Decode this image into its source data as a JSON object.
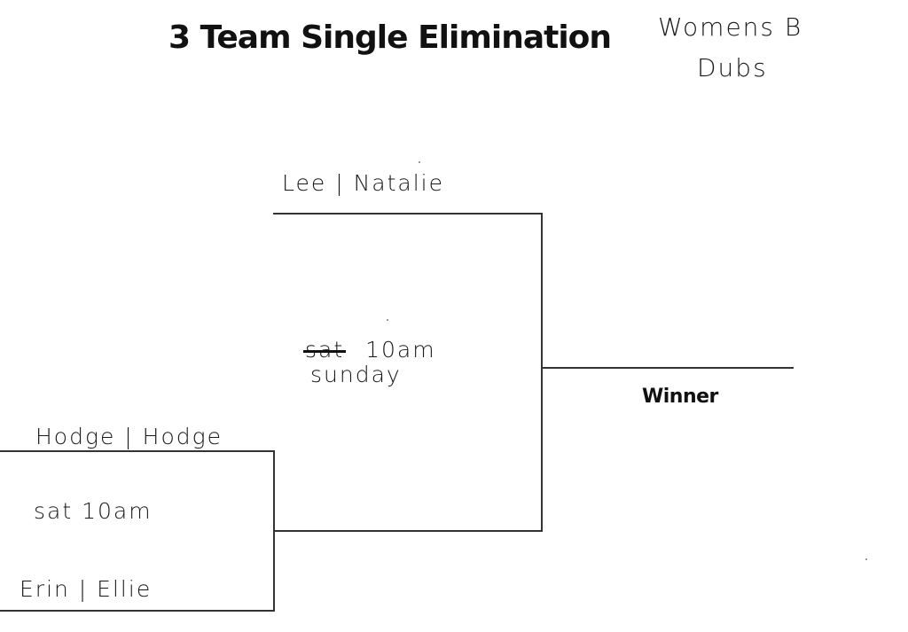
{
  "title": "3 Team Single Elimination",
  "note": {
    "line1": "Womens B",
    "line2": "Dubs"
  },
  "bracket": {
    "top_team": "Lee | Natalie",
    "final_time_struck": "sat",
    "final_time": "10am",
    "final_day": "sunday",
    "first_round": {
      "team_a": "Hodge | Hodge",
      "time": "sat 10am",
      "team_b": "Erin | Ellie"
    },
    "winner_label": "Winner"
  }
}
